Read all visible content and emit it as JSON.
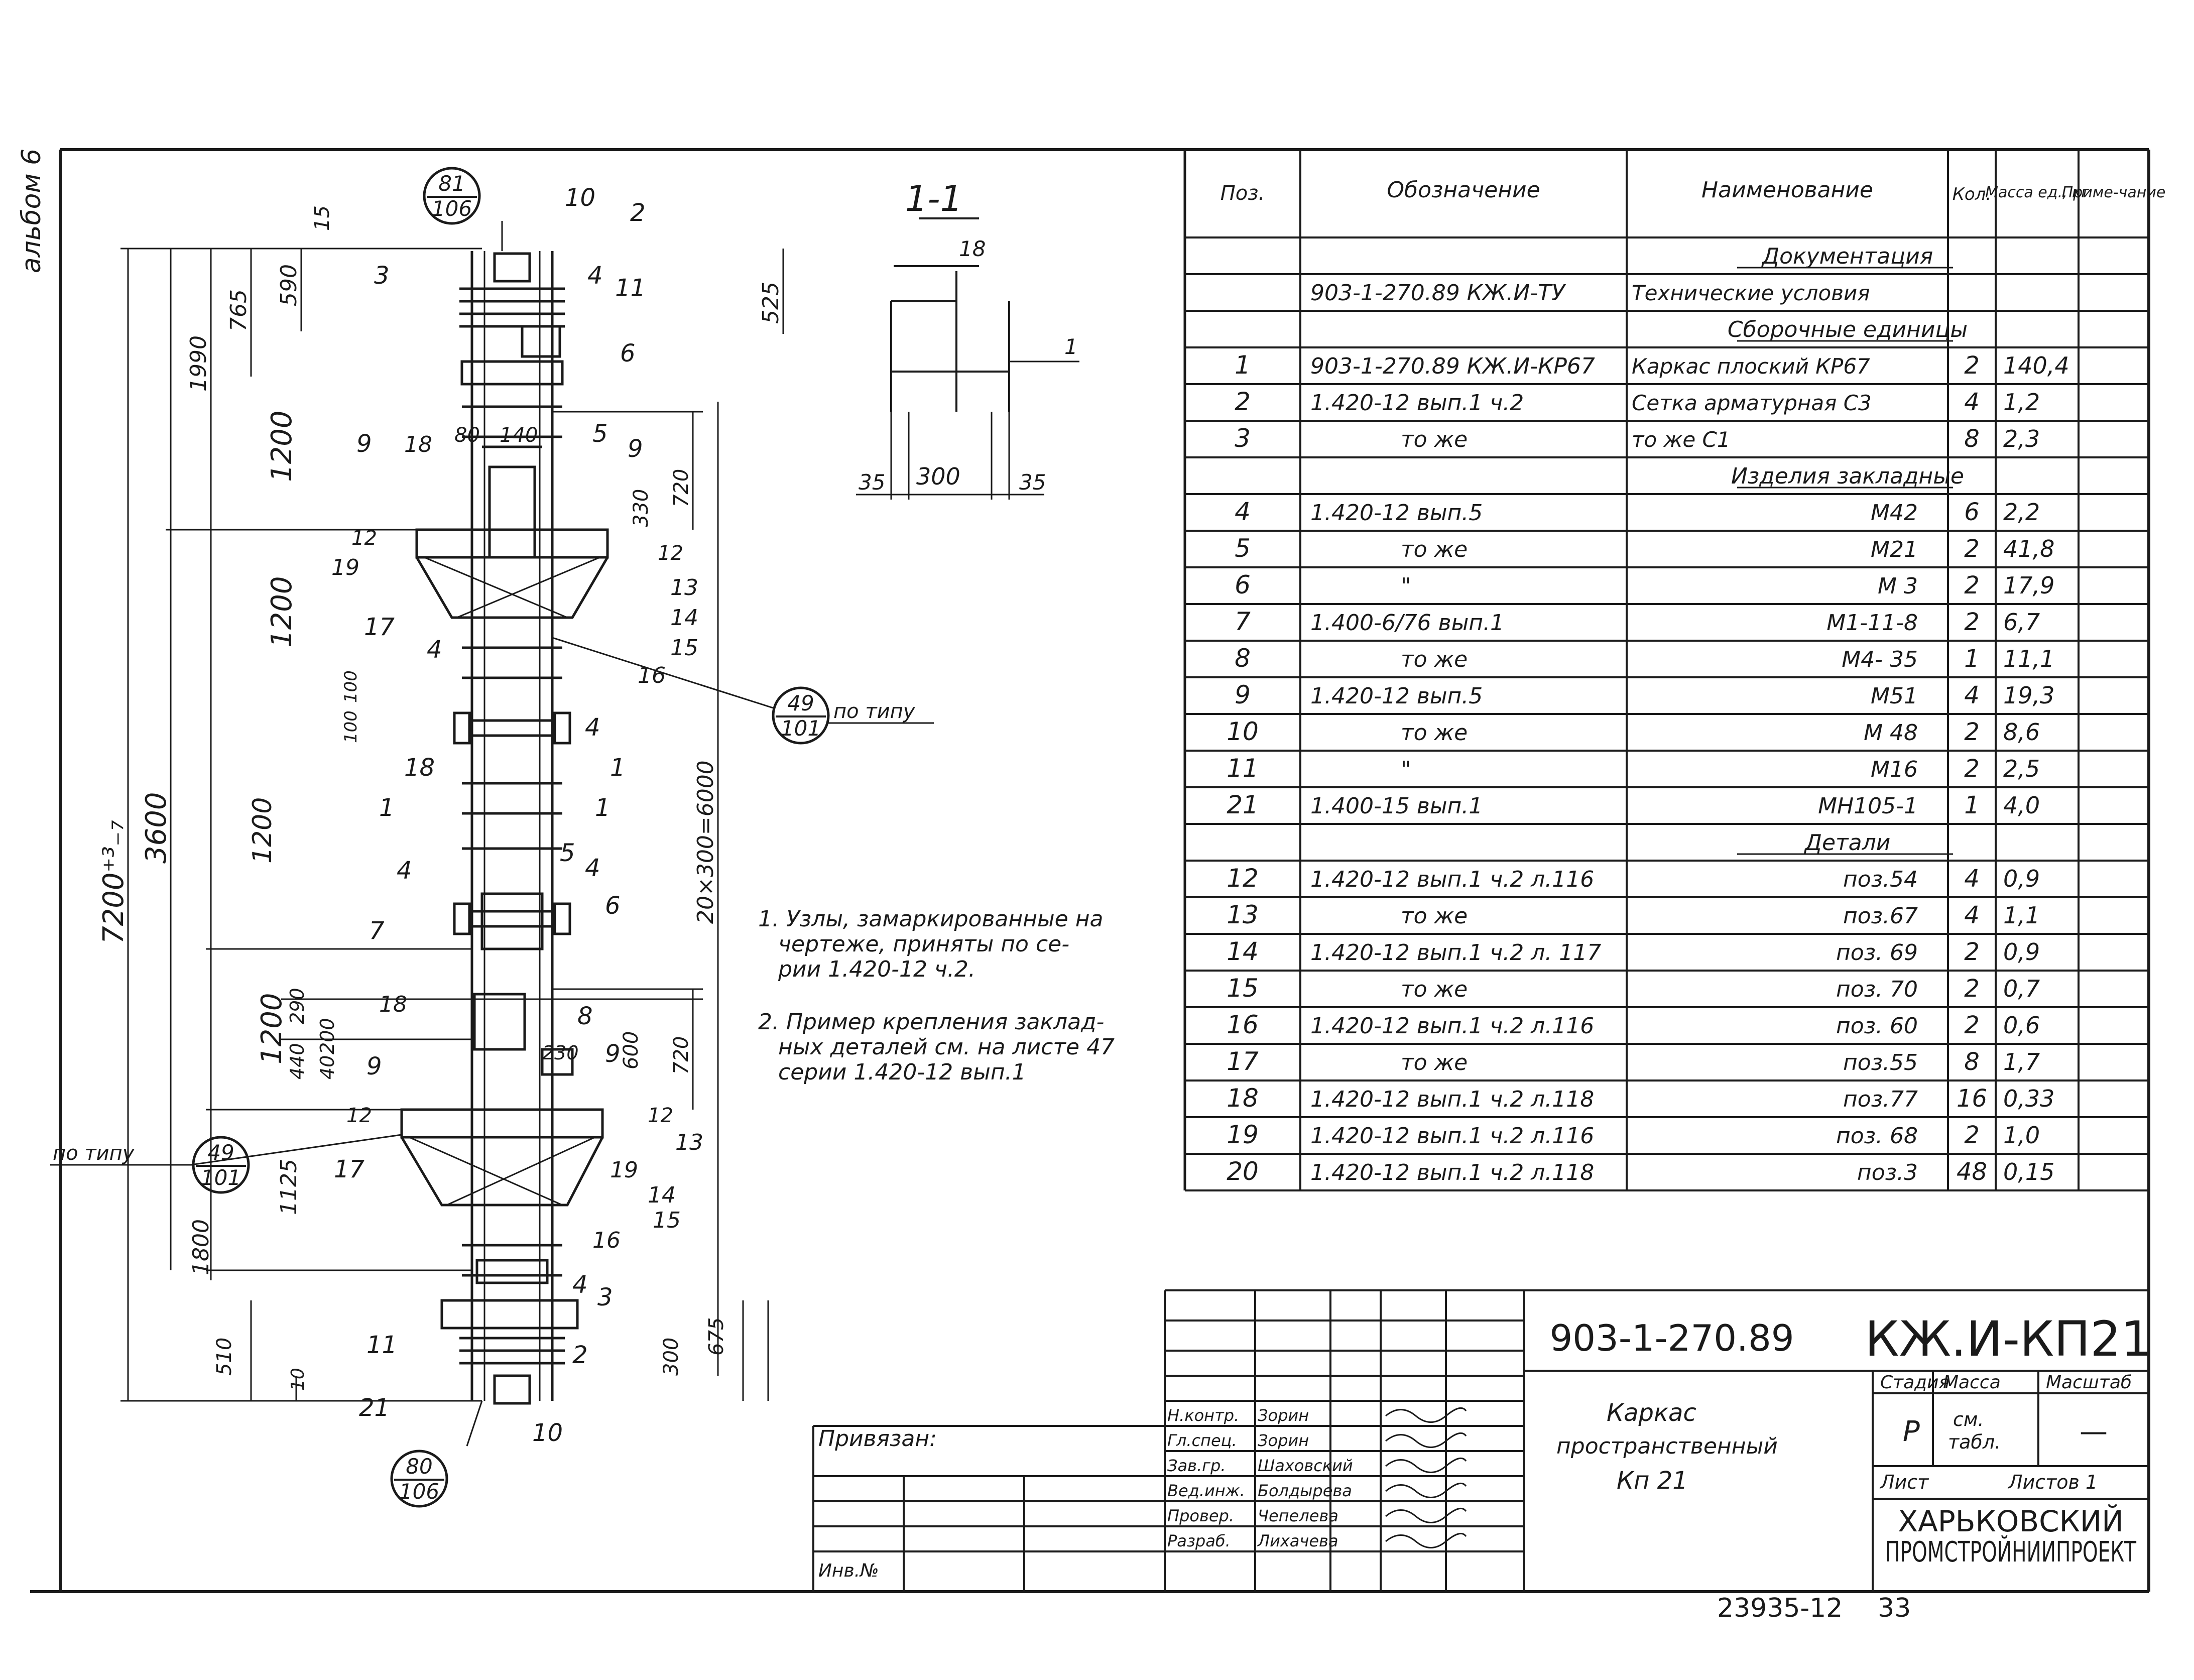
{
  "side_label": "альбом 6",
  "section_mark": "1-1",
  "callouts": {
    "top": {
      "num": "81",
      "den": "106"
    },
    "bottom": {
      "num": "80",
      "den": "106"
    },
    "right": {
      "num": "49",
      "den": "101",
      "text": "по типу"
    },
    "left": {
      "num": "49",
      "den": "101",
      "text": "по типу"
    }
  },
  "dims": {
    "d15": "15",
    "d590": "590",
    "d765": "765",
    "d525": "525",
    "d1990": "1990",
    "d1200a": "1200",
    "d1200b": "1200",
    "d1200c": "1200",
    "d80": "80",
    "d140": "140",
    "d330": "330",
    "d720a": "720",
    "d3600": "3600",
    "d7200": "7200⁺³₋₇",
    "d20x300": "20×300=6000",
    "d290": "290",
    "d440": "440",
    "d40": "40",
    "d200": "200",
    "d600": "600",
    "d720b": "720",
    "d230": "230",
    "d1125": "1125",
    "d1800": "1800",
    "d510": "510",
    "d10": "10",
    "d300": "300",
    "d675": "675",
    "d100a": "100",
    "d100b": "100",
    "s35a": "35",
    "s300": "300",
    "s35b": "35"
  },
  "pos_marks": {
    "m10a": "10",
    "m2a": "2",
    "m3a": "3",
    "m4a": "4",
    "m11a": "11",
    "m6a": "6",
    "m9a": "9",
    "m18a": "18",
    "m5a": "5",
    "m9b": "9",
    "m12a": "12",
    "m12b": "12",
    "m19a": "19",
    "m13a": "13",
    "m17a": "17",
    "m14a": "14",
    "m15a": "15",
    "m16a": "16",
    "m4b": "4",
    "m4c": "4",
    "m18b": "18",
    "m1a": "1",
    "m1b": "1",
    "m1c": "1",
    "m4d": "4",
    "m5b": "5",
    "m4e": "4",
    "m6b": "6",
    "m7a": "7",
    "m18c": "18",
    "m8a": "8",
    "m9c": "9",
    "m9d": "9",
    "m12c": "12",
    "m12d": "12",
    "m13b": "13",
    "m17b": "17",
    "m19b": "19",
    "m14b": "14",
    "m15b": "15",
    "m16b": "16",
    "m4f": "4",
    "m3b": "3",
    "m11b": "11",
    "m2b": "2",
    "m21a": "21",
    "m10b": "10",
    "m18s": "18",
    "m1s": "1"
  },
  "notes": [
    [
      "1. Узлы, замаркированные на",
      "чертеже, приняты по се-",
      "рии 1.420-12 ч.2."
    ],
    [
      "2. Пример крепления заклад-",
      "ных деталей см. на листе 47",
      "серии 1.420-12 вып.1"
    ]
  ],
  "spec": {
    "headers": [
      "Поз.",
      "Обозначение",
      "Наименование",
      "Кол.",
      "Масса ед., кг",
      "Приме-чание"
    ],
    "rows": [
      {
        "pos": "",
        "oboz": "",
        "name": "Документация",
        "kol": "",
        "mass": "",
        "prim": "",
        "section": true
      },
      {
        "pos": "",
        "oboz": "903-1-270.89 КЖ.И-ТУ",
        "name": "Технические условия",
        "kol": "",
        "mass": "",
        "prim": ""
      },
      {
        "pos": "",
        "oboz": "",
        "name": "Сборочные единицы",
        "kol": "",
        "mass": "",
        "prim": "",
        "section": true
      },
      {
        "pos": "1",
        "oboz": "903-1-270.89 КЖ.И-КР67",
        "name": "Каркас плоский КР67",
        "kol": "2",
        "mass": "140,4",
        "prim": ""
      },
      {
        "pos": "2",
        "oboz": "1.420-12 вып.1 ч.2",
        "name": "Сетка арматурная  С3",
        "kol": "4",
        "mass": "1,2",
        "prim": ""
      },
      {
        "pos": "3",
        "oboz": "то же",
        "name": "то же   С1",
        "kol": "8",
        "mass": "2,3",
        "prim": ""
      },
      {
        "pos": "",
        "oboz": "",
        "name": "Изделия закладные",
        "kol": "",
        "mass": "",
        "prim": "",
        "section": true
      },
      {
        "pos": "4",
        "oboz": "1.420-12 вып.5",
        "name": "М42",
        "kol": "6",
        "mass": "2,2",
        "prim": "",
        "right": true
      },
      {
        "pos": "5",
        "oboz": "то же",
        "name": "М21",
        "kol": "2",
        "mass": "41,8",
        "prim": "",
        "right": true
      },
      {
        "pos": "6",
        "oboz": "\"",
        "name": "М 3",
        "kol": "2",
        "mass": "17,9",
        "prim": "",
        "right": true
      },
      {
        "pos": "7",
        "oboz": "1.400-6/76 вып.1",
        "name": "М1-11-8",
        "kol": "2",
        "mass": "6,7",
        "prim": "",
        "right": true
      },
      {
        "pos": "8",
        "oboz": "то же",
        "name": "М4- 35",
        "kol": "1",
        "mass": "11,1",
        "prim": "",
        "right": true
      },
      {
        "pos": "9",
        "oboz": "1.420-12 вып.5",
        "name": "М51",
        "kol": "4",
        "mass": "19,3",
        "prim": "",
        "right": true
      },
      {
        "pos": "10",
        "oboz": "то же",
        "name": "М 48",
        "kol": "2",
        "mass": "8,6",
        "prim": "",
        "right": true
      },
      {
        "pos": "11",
        "oboz": "\"",
        "name": "М16",
        "kol": "2",
        "mass": "2,5",
        "prim": "",
        "right": true
      },
      {
        "pos": "21",
        "oboz": "1.400-15 вып.1",
        "name": "МН105-1",
        "kol": "1",
        "mass": "4,0",
        "prim": "",
        "right": true
      },
      {
        "pos": "",
        "oboz": "",
        "name": "Детали",
        "kol": "",
        "mass": "",
        "prim": "",
        "section": true
      },
      {
        "pos": "12",
        "oboz": "1.420-12 вып.1 ч.2 л.116",
        "name": "поз.54",
        "kol": "4",
        "mass": "0,9",
        "prim": "",
        "right": true
      },
      {
        "pos": "13",
        "oboz": "то же",
        "name": "поз.67",
        "kol": "4",
        "mass": "1,1",
        "prim": "",
        "right": true
      },
      {
        "pos": "14",
        "oboz": "1.420-12 вып.1 ч.2 л. 117",
        "name": "поз. 69",
        "kol": "2",
        "mass": "0,9",
        "prim": "",
        "right": true
      },
      {
        "pos": "15",
        "oboz": "то же",
        "name": "поз. 70",
        "kol": "2",
        "mass": "0,7",
        "prim": "",
        "right": true
      },
      {
        "pos": "16",
        "oboz": "1.420-12 вып.1 ч.2 л.116",
        "name": "поз. 60",
        "kol": "2",
        "mass": "0,6",
        "prim": "",
        "right": true
      },
      {
        "pos": "17",
        "oboz": "то же",
        "name": "поз.55",
        "kol": "8",
        "mass": "1,7",
        "prim": "",
        "right": true
      },
      {
        "pos": "18",
        "oboz": "1.420-12 вып.1 ч.2 л.118",
        "name": "поз.77",
        "kol": "16",
        "mass": "0,33",
        "prim": "",
        "right": true
      },
      {
        "pos": "19",
        "oboz": "1.420-12 вып.1 ч.2 л.116",
        "name": "поз. 68",
        "kol": "2",
        "mass": "1,0",
        "prim": "",
        "right": true
      },
      {
        "pos": "20",
        "oboz": "1.420-12 вып.1 ч.2 л.118",
        "name": "поз.3",
        "kol": "48",
        "mass": "0,15",
        "prim": "",
        "right": true
      }
    ]
  },
  "title_block": {
    "doc_code": "903-1-270.89",
    "sheet_code": "КЖ.И-КП21",
    "title_lines": [
      "Каркас",
      "пространственный",
      "Кп 21"
    ],
    "stage_hdr": "Стадия",
    "mass_hdr": "Масса",
    "scale_hdr": "Масштаб",
    "stage": "Р",
    "mass_lines": [
      "см.",
      "табл."
    ],
    "scale": "—",
    "sheet_label": "Лист",
    "sheets_label": "Листов 1",
    "org_line1": "ХАРЬКОВСКИЙ",
    "org_line2": "ПРОМСТРОЙНИИПРОЕКТ",
    "privyazan": "Привязан:",
    "inv": "Инв.№",
    "roles": [
      {
        "role": "Н.контр.",
        "name": "Зорин"
      },
      {
        "role": "Гл.спец.",
        "name": "Зорин"
      },
      {
        "role": "Зав.гр.",
        "name": "Шаховский"
      },
      {
        "role": "Вед.инж.",
        "name": "Болдырева"
      },
      {
        "role": "Провер.",
        "name": "Чепелева"
      },
      {
        "role": "Разраб.",
        "name": "Лихачева"
      }
    ]
  },
  "footer": {
    "number": "23935-12",
    "page": "33"
  }
}
